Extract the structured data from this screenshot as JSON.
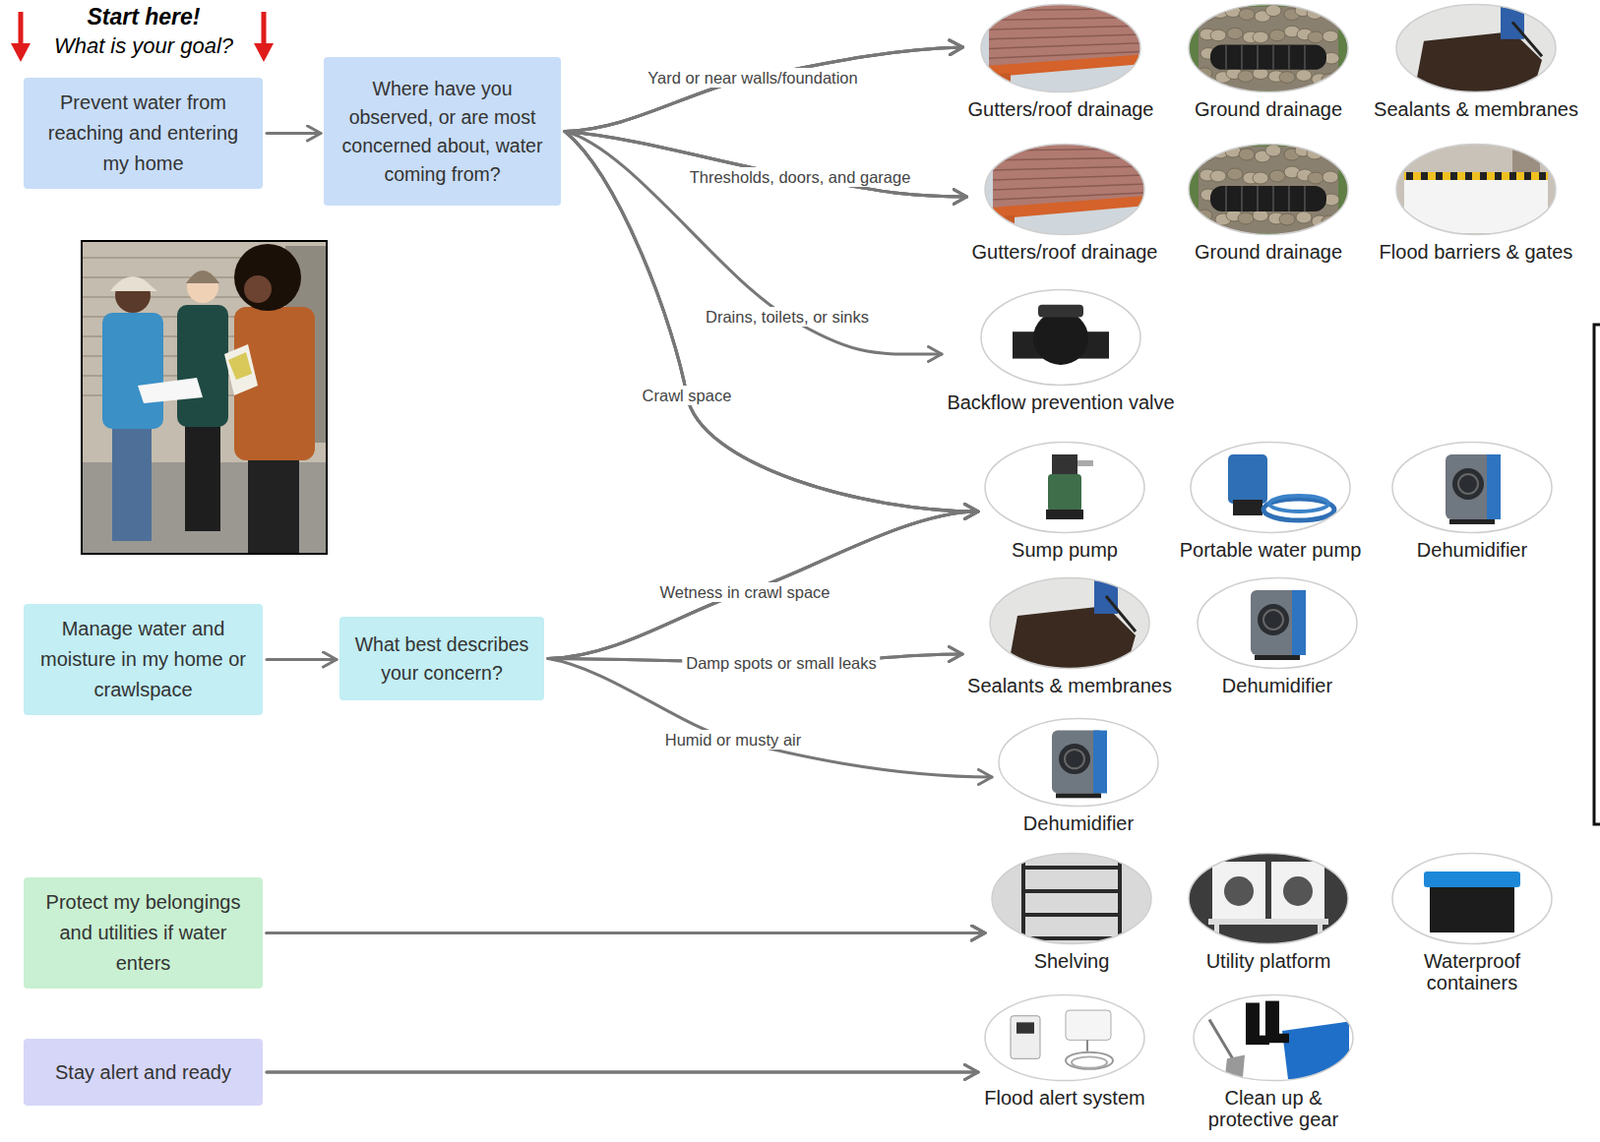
{
  "diagram": {
    "title": "Start here!",
    "nodes": [
      {
        "text": [
          "Prevent water from reaching and entering my home"
        ]
      },
      {
        "text": [
          "Where have you observed, or are most concerned about, water coming from?"
        ]
      },
      {
        "text": [
          "Manage water and moisture in my home or crawlspace"
        ]
      },
      {
        "text": [
          "What best describes your concern?"
        ]
      },
      {
        "text": [
          "Protect my belongings and utilities if water enters"
        ]
      },
      {
        "text": [
          "Stay alert and ready"
        ]
      },
      {
        "text": [
          "Gutters/roof drainage"
        ]
      },
      {
        "text": [
          "Ground drainage"
        ]
      },
      {
        "text": [
          "Sealants & membranes"
        ]
      },
      {
        "text": [
          "Gutters/roof drainage"
        ]
      },
      {
        "text": [
          "Ground drainage"
        ]
      },
      {
        "text": [
          "Flood barriers & gates"
        ]
      },
      {
        "text": [
          "Backflow prevention valve"
        ]
      },
      {
        "text": [
          "Sump pump"
        ]
      },
      {
        "text": [
          "Portable water pump"
        ]
      },
      {
        "text": [
          "Dehumidifier"
        ]
      },
      {
        "text": [
          "Sealants & membranes"
        ]
      },
      {
        "text": [
          "Dehumidifier"
        ]
      },
      {
        "text": [
          "Dehumidifier"
        ]
      },
      {
        "text": [
          "Shelving"
        ]
      },
      {
        "text": [
          "Utility platform"
        ]
      },
      {
        "text": [
          "Waterproof containers"
        ]
      },
      {
        "text": [
          "Flood alert system"
        ]
      },
      {
        "text": [
          "Clean up & protective gear"
        ]
      }
    ],
    "edges": [
      {
        "from": 0,
        "to": 1,
        "arrow": "to"
      },
      {
        "from": 1,
        "to": 6,
        "label": "Yard or near walls/foundation",
        "arrow": "to"
      },
      {
        "from": 1,
        "to": 7,
        "arrow": "to"
      },
      {
        "from": 1,
        "to": 8,
        "arrow": "to"
      },
      {
        "from": 1,
        "to": 9,
        "label": "Thresholds, doors, and garage",
        "arrow": "to"
      },
      {
        "from": 1,
        "to": 10,
        "arrow": "to"
      },
      {
        "from": 1,
        "to": 11,
        "arrow": "to"
      },
      {
        "from": 1,
        "to": 12,
        "label": "Drains, toilets, or sinks",
        "arrow": "to"
      },
      {
        "from": 1,
        "to": 13,
        "label": "Crawl space",
        "arrow": "to"
      },
      {
        "from": 1,
        "to": 14,
        "arrow": "to"
      },
      {
        "from": 1,
        "to": 15,
        "arrow": "to"
      },
      {
        "from": 2,
        "to": 3,
        "arrow": "to"
      },
      {
        "from": 3,
        "to": 13,
        "label": "Wetness in crawl space",
        "arrow": "to"
      },
      {
        "from": 3,
        "to": 14,
        "arrow": "to"
      },
      {
        "from": 3,
        "to": 15,
        "arrow": "to"
      },
      {
        "from": 3,
        "to": 16,
        "label": "Damp spots or small leaks",
        "arrow": "to"
      },
      {
        "from": 3,
        "to": 17,
        "arrow": "to"
      },
      {
        "from": 3,
        "to": 18,
        "label": "Humid or musty air",
        "arrow": "to"
      },
      {
        "from": 4,
        "to": 19,
        "arrow": "to"
      },
      {
        "from": 4,
        "to": 20,
        "arrow": "to"
      },
      {
        "from": 4,
        "to": 21,
        "arrow": "to"
      },
      {
        "from": 5,
        "to": 22,
        "arrow": "to"
      },
      {
        "from": 5,
        "to": 23,
        "arrow": "to"
      }
    ],
    "labels": [
      "What is your goal?"
    ]
  }
}
